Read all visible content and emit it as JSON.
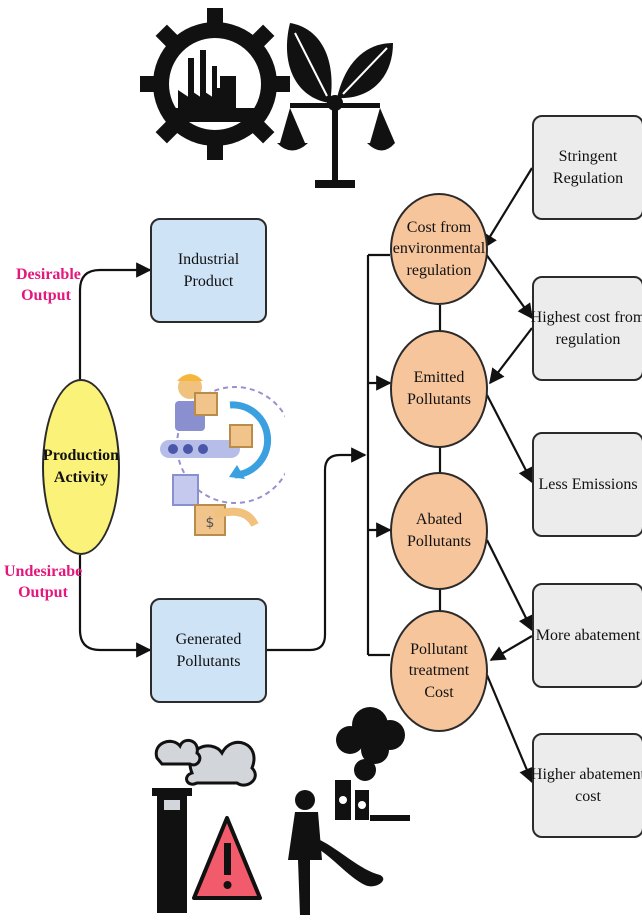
{
  "center": {
    "line1": "Production",
    "line2": "Activity"
  },
  "outputs": {
    "desirable": {
      "line1": "Desirable",
      "line2": "Output"
    },
    "undesirable": {
      "line1": "Undesirabe",
      "line2": "Output"
    }
  },
  "products": {
    "industrial": {
      "line1": "Industrial",
      "line2": "Product"
    },
    "generated": {
      "line1": "Generated",
      "line2": "Pollutants"
    }
  },
  "factors": [
    {
      "line1": "Cost from",
      "line2": "environmental",
      "line3": "regulation"
    },
    {
      "line1": "Emitted",
      "line2": "Pollutants"
    },
    {
      "line1": "Abated",
      "line2": "Pollutants"
    },
    {
      "line1": "Pollutant",
      "line2": "treatment",
      "line3": "Cost"
    }
  ],
  "outcomes": [
    {
      "line1": "Stringent",
      "line2": "Regulation"
    },
    {
      "line1": "Highest cost from",
      "line2": "regulation"
    },
    {
      "line1": "Less Emissions"
    },
    {
      "line1": "More abatement"
    },
    {
      "line1": "Higher abatement",
      "line2": "cost"
    }
  ],
  "colors": {
    "blue_box": "#cfe3f7",
    "grey_box": "#ececec",
    "orange_circle": "#f7c59b",
    "yellow_circle": "#fbf27a",
    "accent_text": "#e4177d"
  },
  "icons": [
    "factory-gear-icon",
    "leaf-scale-icon",
    "production-line-icon",
    "smokestack-warning-icon",
    "pollution-person-icon"
  ]
}
